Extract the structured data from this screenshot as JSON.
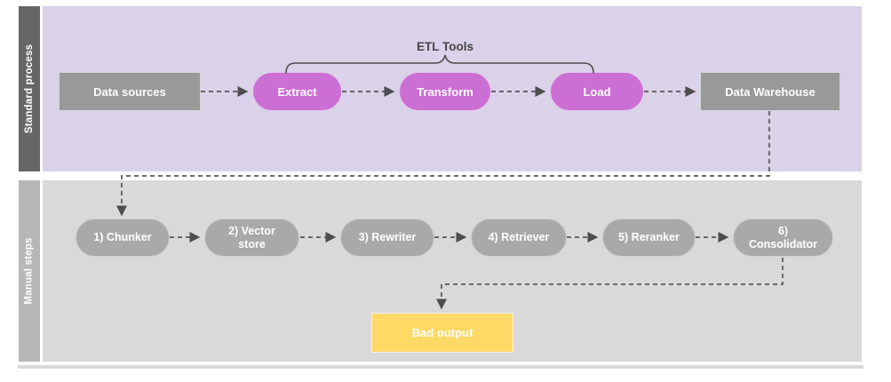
{
  "diagram": {
    "lanes": [
      {
        "label": "Standard process",
        "bar_color": "#666666",
        "bg_color": "#D9D2E9"
      },
      {
        "label": "Manual steps",
        "bar_color": "#B7B7B7",
        "bg_color": "#D9D9D9"
      }
    ],
    "bracket_label": "ETL Tools",
    "standard_process": {
      "nodes": [
        {
          "label": "Data sources",
          "shape": "rectangle",
          "color": "#999999"
        },
        {
          "label": "Extract",
          "shape": "pill",
          "color": "#CC6FD5"
        },
        {
          "label": "Transform",
          "shape": "pill",
          "color": "#CC6FD5"
        },
        {
          "label": "Load",
          "shape": "pill",
          "color": "#CC6FD5"
        },
        {
          "label": "Data Warehouse",
          "shape": "rectangle",
          "color": "#999999"
        }
      ]
    },
    "manual_steps": {
      "nodes": [
        {
          "label": "1) Chunker"
        },
        {
          "label": "2) Vector store"
        },
        {
          "label": "3) Rewriter"
        },
        {
          "label": "4) Retriever"
        },
        {
          "label": "5) Reranker"
        },
        {
          "label": "6) Consolidator"
        }
      ],
      "node_color": "#A9A9A9",
      "output": {
        "label": "Bad output",
        "shape": "rectangle",
        "color": "#FFD966"
      }
    },
    "connections": [
      "Data sources → Extract",
      "Extract → Transform",
      "Transform → Load",
      "Load → Data Warehouse",
      "Data Warehouse → 1) Chunker",
      "1) Chunker → 2) Vector store",
      "2) Vector store → 3) Rewriter",
      "3) Rewriter → 4) Retriever",
      "4) Retriever → 5) Reranker",
      "5) Reranker → 6) Consolidator",
      "6) Consolidator → Bad output"
    ],
    "connector_color": "#555555"
  }
}
